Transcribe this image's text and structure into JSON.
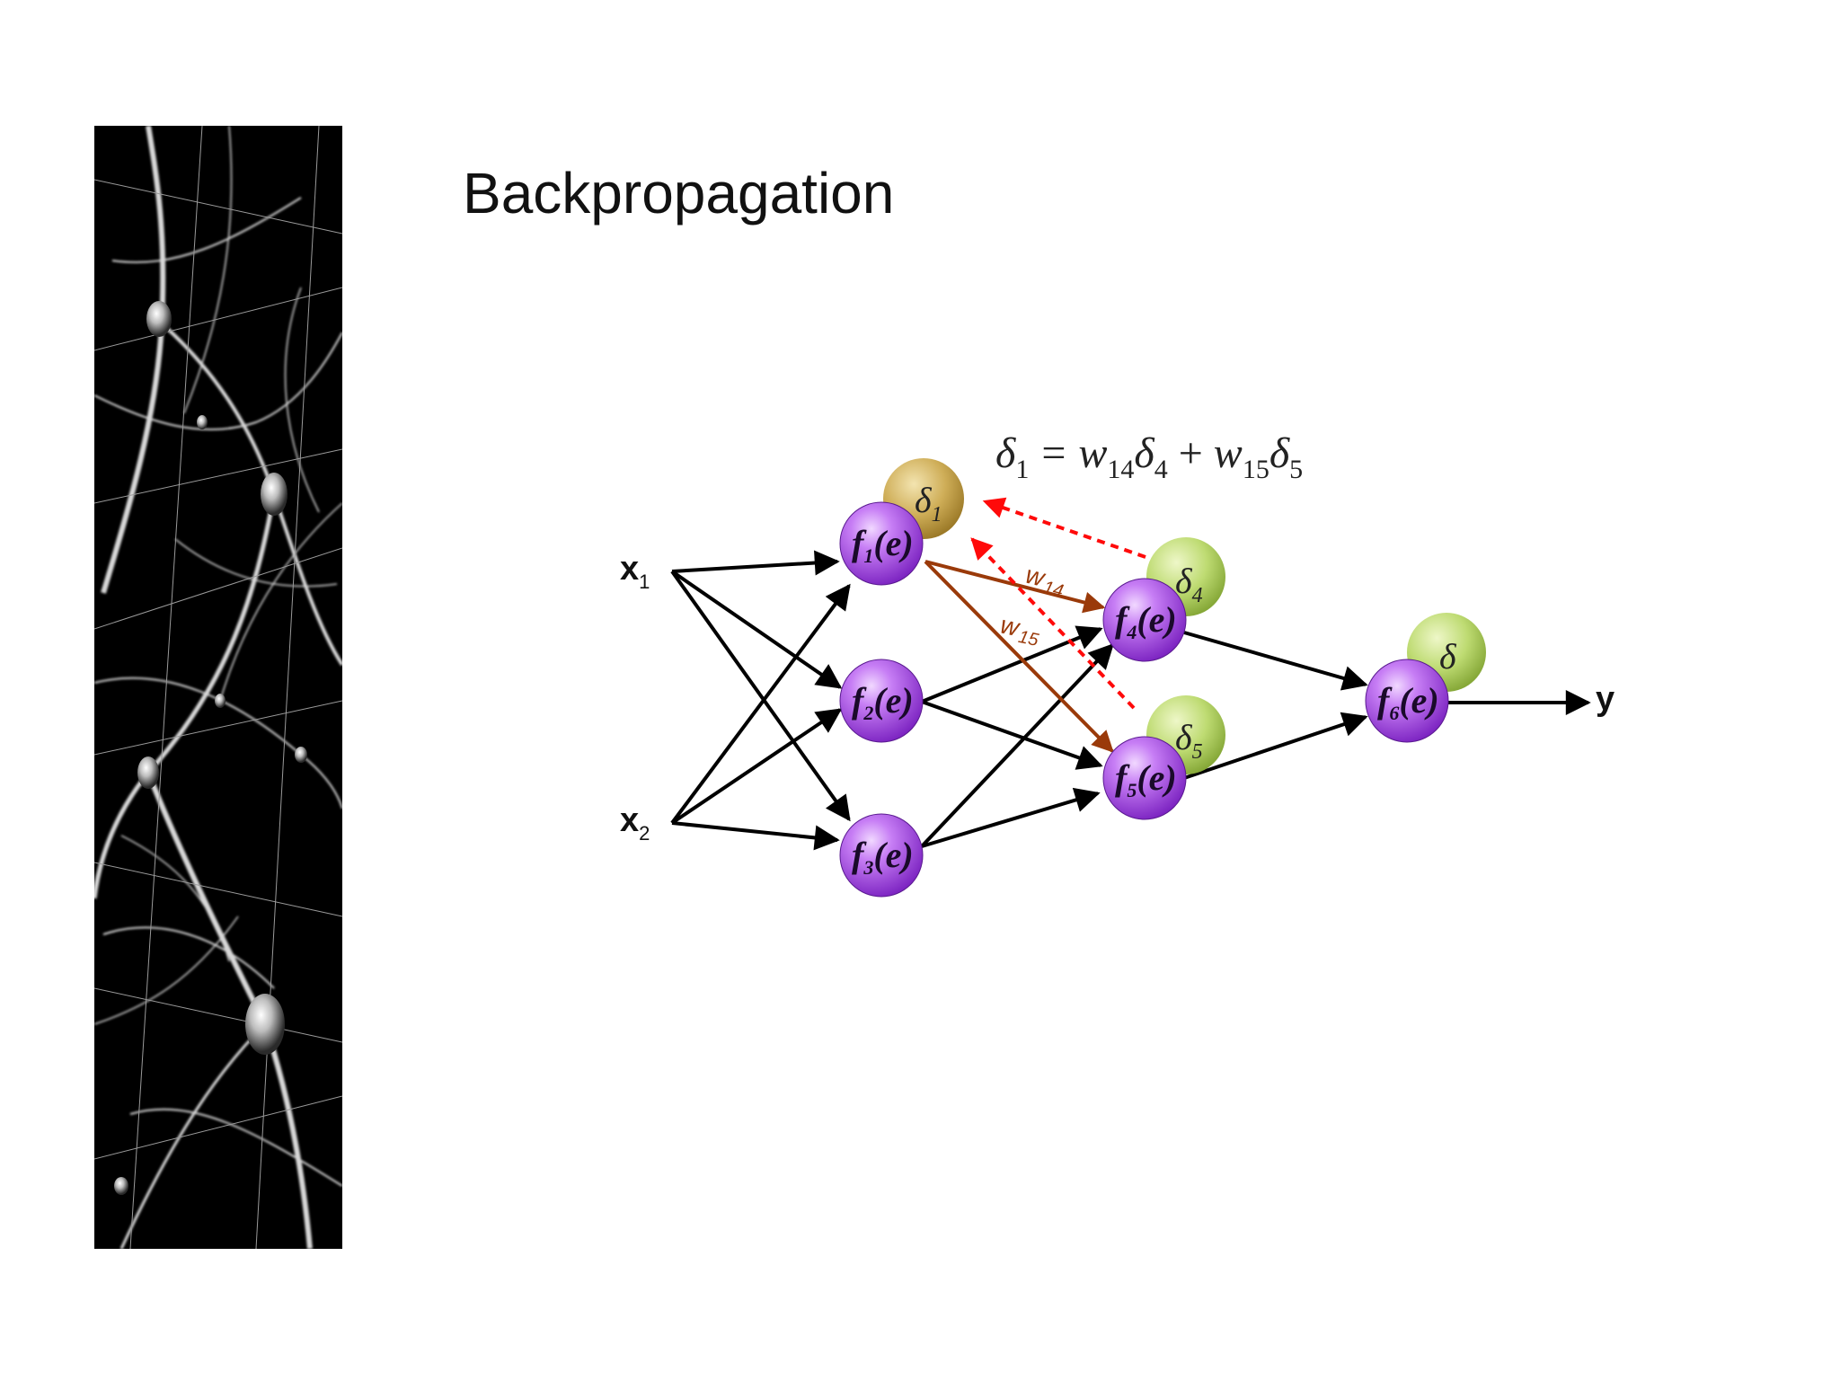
{
  "slide": {
    "title": "Backpropagation"
  },
  "diagram": {
    "formula": {
      "lhs": "δ",
      "lhs_sub": "1",
      "eq": "=",
      "t1_w": "w",
      "t1_w_sub": "14",
      "t1_d": "δ",
      "t1_d_sub": "4",
      "plus": "+",
      "t2_w": "w",
      "t2_w_sub": "15",
      "t2_d": "δ",
      "t2_d_sub": "5"
    },
    "inputs": [
      {
        "label": "x",
        "sub": "1"
      },
      {
        "label": "x",
        "sub": "2"
      }
    ],
    "output": {
      "label": "y"
    },
    "neurons": [
      {
        "f": "f",
        "sub": "1",
        "arg": "(e)"
      },
      {
        "f": "f",
        "sub": "2",
        "arg": "(e)"
      },
      {
        "f": "f",
        "sub": "3",
        "arg": "(e)"
      },
      {
        "f": "f",
        "sub": "4",
        "arg": "(e)"
      },
      {
        "f": "f",
        "sub": "5",
        "arg": "(e)"
      },
      {
        "f": "f",
        "sub": "6",
        "arg": "(e)"
      }
    ],
    "deltas": [
      {
        "sym": "δ",
        "sub": "1"
      },
      {
        "sym": "δ",
        "sub": "4"
      },
      {
        "sym": "δ",
        "sub": "5"
      },
      {
        "sym": "δ",
        "sub": ""
      }
    ],
    "weights": [
      {
        "w": "w",
        "sub": "14"
      },
      {
        "w": "w",
        "sub": "15"
      }
    ],
    "colors": {
      "neuron_purple": "#b45cf0",
      "delta_gold": "#c9a94a",
      "delta_green": "#b9d86a",
      "weight_brown": "#9a3a0a",
      "backprop_red": "#ff0a0a",
      "forward_black": "#000000"
    }
  }
}
